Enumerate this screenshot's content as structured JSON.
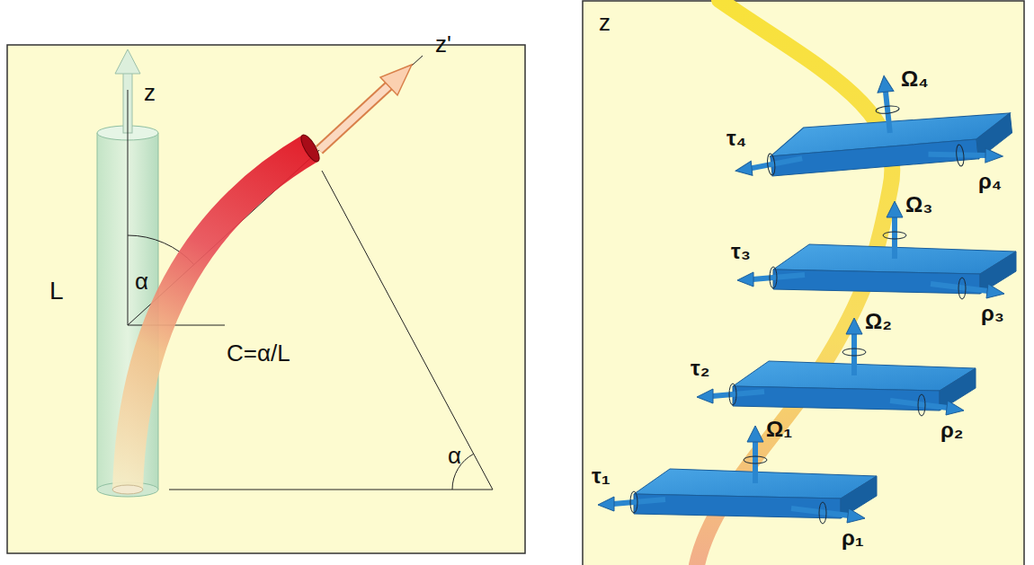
{
  "diagram": {
    "labels": [
      "z",
      "z'",
      "α",
      "L",
      "C=α/L",
      "α",
      "z",
      "Ω₄",
      "τ₄",
      "ρ₄",
      "Ω₃",
      "τ₃",
      "ρ₃",
      "Ω₂",
      "τ₂",
      "ρ₂",
      "Ω₁",
      "τ₁",
      "ρ₁"
    ]
  }
}
